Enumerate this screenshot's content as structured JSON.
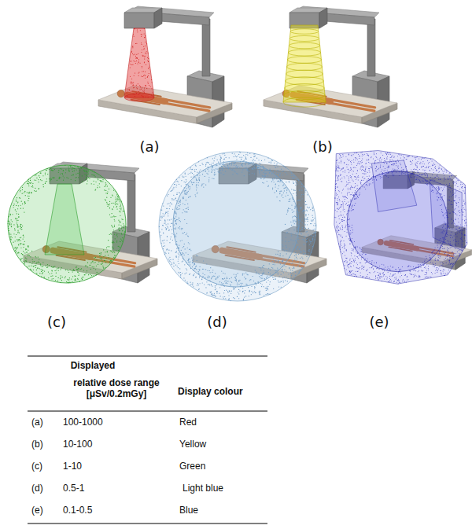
{
  "diagram": {
    "labels": [
      "(a)",
      "(b)",
      "(c)",
      "(d)",
      "(e)",
      "Displayed",
      "relative dose range [μSv/0.2mGy]",
      "Display colour",
      "(a)",
      "100-1000",
      "Red",
      "(b)",
      "10-100",
      "Yellow",
      "(c)",
      "1-10",
      "Green",
      "(d)",
      "0.5-1",
      "Light blue",
      "(e)",
      "0.1-0.5",
      "Blue"
    ]
  }
}
